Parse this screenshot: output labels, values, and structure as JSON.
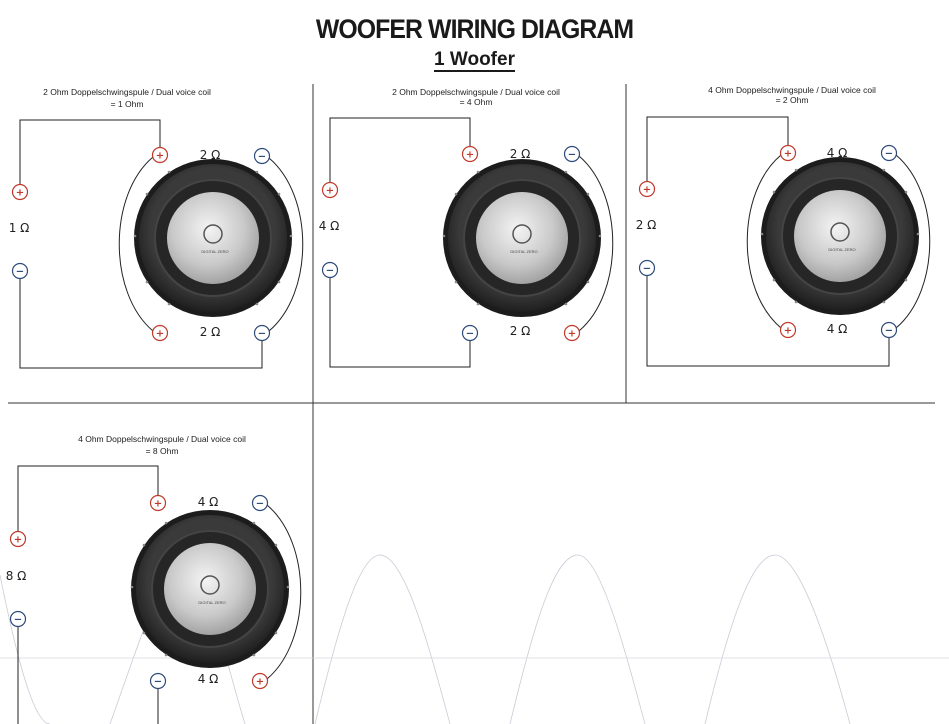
{
  "title": "WOOFER WIRING DIAGRAM",
  "subtitle": "1 Woofer",
  "brand_label": "DIGITAL ZERO",
  "colors": {
    "plus": "#c0392b",
    "minus": "#2c4a7a",
    "line": "#222222",
    "divider": "#333333"
  },
  "terminal_symbols": {
    "plus": "+",
    "minus": "−"
  },
  "panels": [
    {
      "caption_line1": "2 Ohm Doppelschwingspule / Dual voice coil",
      "caption_line2": "= 1 Ohm",
      "total_ohm": "1 Ω",
      "coil_top_ohm": "2 Ω",
      "coil_bottom_ohm": "2 Ω",
      "wiring": "parallel"
    },
    {
      "caption_line1": "2 Ohm Doppelschwingspule / Dual voice coil",
      "caption_line2": "= 4 Ohm",
      "total_ohm": "4 Ω",
      "coil_top_ohm": "2 Ω",
      "coil_bottom_ohm": "2 Ω",
      "wiring": "series"
    },
    {
      "caption_line1": "4 Ohm Doppelschwingspule / Dual voice coil",
      "caption_line2": "= 2 Ohm",
      "total_ohm": "2 Ω",
      "coil_top_ohm": "4 Ω",
      "coil_bottom_ohm": "4 Ω",
      "wiring": "parallel"
    },
    {
      "caption_line1": "4 Ohm Doppelschwingspule / Dual voice coil",
      "caption_line2": "= 8 Ohm",
      "total_ohm": "8 Ω",
      "coil_top_ohm": "4 Ω",
      "coil_bottom_ohm": "4 Ω",
      "wiring": "series"
    }
  ]
}
